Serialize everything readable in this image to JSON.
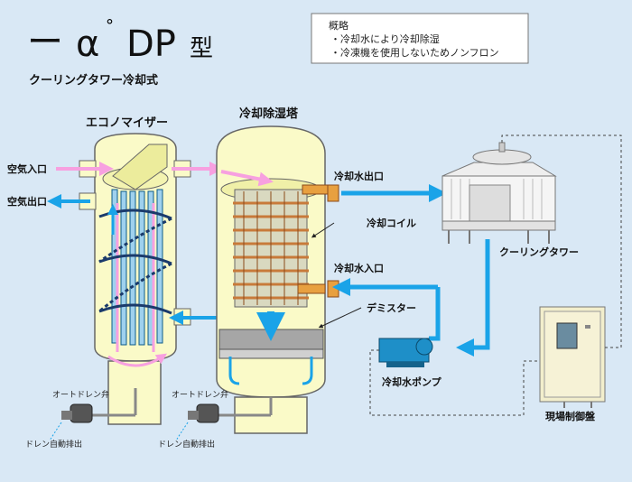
{
  "title": {
    "prefix": "ー",
    "alpha": "α",
    "degree": "°",
    "model": "DP",
    "kind": "型",
    "subtitle": "クーリングタワー冷却式"
  },
  "summary": {
    "heading": "概略",
    "lines": [
      "・冷却水により冷却除湿",
      "・冷凍機を使用しないためノンフロン"
    ]
  },
  "sections": {
    "economizer": "エコノマイザー",
    "cooling_tower_section": "冷却除湿塔"
  },
  "labels": {
    "air_inlet": "空気入口",
    "air_outlet": "空気出口",
    "cw_outlet": "冷却水出口",
    "cooling_coil": "冷却コイル",
    "cw_inlet": "冷却水入口",
    "demister": "デミスター",
    "cooling_tower": "クーリングタワー",
    "cw_pump": "冷却水ポンプ",
    "control_panel": "現場制御盤",
    "auto_drain_1": "オートドレン弁",
    "auto_drain_2": "オートドレン弁",
    "drain_1": "ドレン自動排出",
    "drain_2": "ドレン自動排出"
  },
  "colors": {
    "background": "#d9e8f5",
    "vessel": "#fafac8",
    "water_flow": "#1aa3e8",
    "air_flow": "#f7a0e0",
    "coil": "#c87a3a",
    "spiral": "#1a3a6b"
  }
}
